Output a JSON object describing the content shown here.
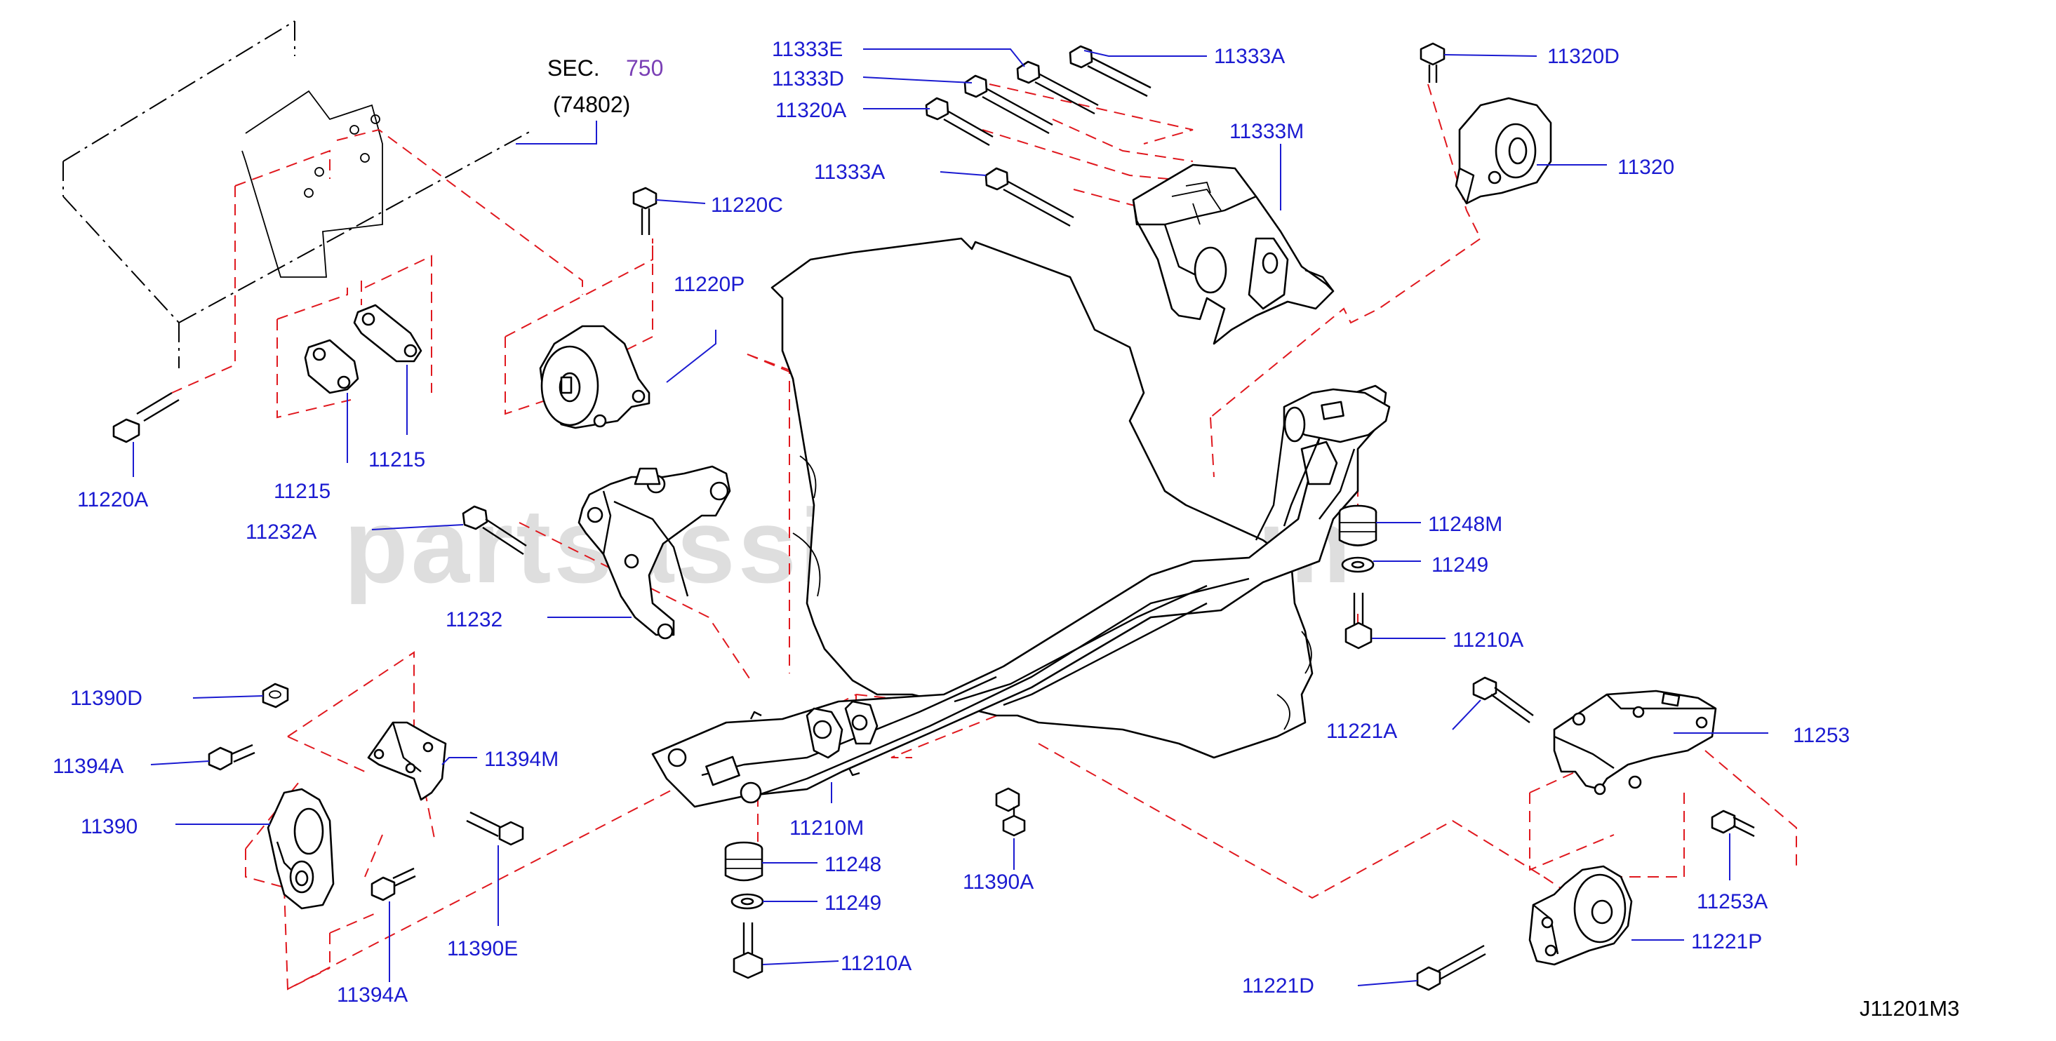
{
  "section": {
    "prefix": "SEC.",
    "number": "750",
    "subref": "(74802)"
  },
  "diagram_code": "J11201M3",
  "watermark": "partsassistant.com",
  "colors": {
    "label": "#1b1bd1",
    "callout_line": "#1b1bd1",
    "dashed": "#e0181e",
    "section_number": "#7a3fb5",
    "outline": "#000000"
  },
  "labels": {
    "p11333E": "11333E",
    "p11333D": "11333D",
    "p11320A": "11320A",
    "p11333A_top": "11333A",
    "p11333A_mid": "11333A",
    "p11333M": "11333M",
    "p11320D": "11320D",
    "p11320": "11320",
    "p11220C": "11220C",
    "p11220P": "11220P",
    "p11220A": "11220A",
    "p11215_a": "11215",
    "p11215_b": "11215",
    "p11232A": "11232A",
    "p11232": "11232",
    "p11248M": "11248M",
    "p11249_top": "11249",
    "p11210A_right": "11210A",
    "p11390D": "11390D",
    "p11394A_top": "11394A",
    "p11394M": "11394M",
    "p11390": "11390",
    "p11390E": "11390E",
    "p11394A_bottom": "11394A",
    "p11210M": "11210M",
    "p11248": "11248",
    "p11249_bottom": "11249",
    "p11210A_bottom": "11210A",
    "p11390A": "11390A",
    "p11221A": "11221A",
    "p11253": "11253",
    "p11253A": "11253A",
    "p11221P": "11221P",
    "p11221D": "11221D"
  }
}
